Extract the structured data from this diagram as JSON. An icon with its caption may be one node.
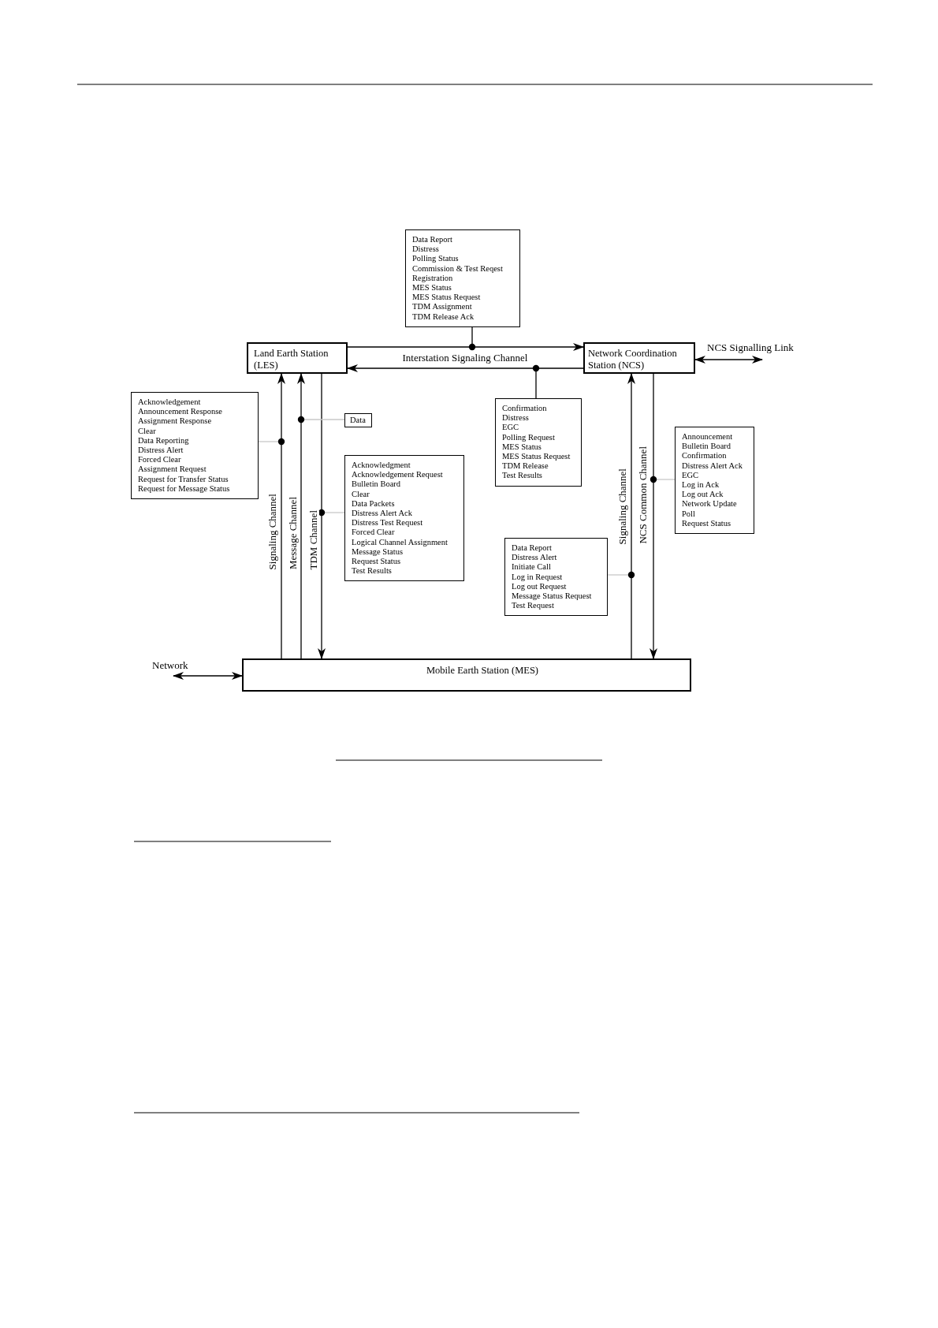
{
  "diagram": {
    "nodes": [
      {
        "text": [
          "Data Report",
          "Distress",
          "Polling Status",
          "Commission & Test Reqest",
          "Registration",
          "MES Status",
          "MES Status Request",
          "TDM Assignment",
          "TDM Release Ack"
        ]
      },
      {
        "text": [
          "Land Earth Station (LES)"
        ]
      },
      {
        "text": [
          "Network Coordination Station (NCS)"
        ]
      },
      {
        "text": [
          "Acknowledgement",
          "Announcement Response",
          "Assignment Response",
          "Clear",
          "Data Reporting",
          "Distress Alert",
          "Forced Clear",
          "Assignment Request",
          "Request for Transfer Status",
          "Request for Message Status"
        ]
      },
      {
        "text": [
          "Data"
        ]
      },
      {
        "text": [
          "Confirmation",
          "Distress",
          "EGC",
          "Polling Request",
          "MES Status",
          "MES Status Request",
          "TDM Release",
          "Test Results"
        ]
      },
      {
        "text": [
          "Announcement",
          "Bulletin Board",
          "Confirmation",
          "Distress Alert Ack",
          "EGC",
          "Log in Ack",
          "Log out Ack",
          "Network Update",
          "Poll",
          "Request Status"
        ]
      },
      {
        "text": [
          "Acknowledgment",
          "Acknowledgement Request",
          "Bulletin Board",
          "Clear",
          "Data Packets",
          "Distress Alert Ack",
          "Distress Test Request",
          "Forced Clear",
          "Logical Channel Assignment",
          "Message Status",
          "Request Status",
          "Test Results"
        ]
      },
      {
        "text": [
          "Data Report",
          "Distress Alert",
          "Initiate Call",
          "Log in Request",
          "Log out Request",
          "Message Status Request",
          "Test Request"
        ]
      },
      {
        "text": [
          "Mobile Earth Station (MES)"
        ]
      }
    ],
    "edges": [
      {
        "from": 1,
        "to": 2,
        "arrow": "to",
        "label": "Interstation Signaling Channel"
      },
      {
        "from": 2,
        "to": 1,
        "arrow": "to"
      },
      {
        "from": 2,
        "to": null,
        "arrow": "both",
        "label": "NCS Signalling Link"
      },
      {
        "from": 9,
        "to": 1,
        "arrow": "to",
        "label": "Signaling Channel"
      },
      {
        "from": 9,
        "to": 1,
        "arrow": "to",
        "label": "Message Channel"
      },
      {
        "from": 1,
        "to": 9,
        "arrow": "to",
        "label": "TDM Channel"
      },
      {
        "from": 9,
        "to": 2,
        "arrow": "to",
        "label": "Signaling Channel"
      },
      {
        "from": 2,
        "to": 9,
        "arrow": "to",
        "label": "NCS Common Channel"
      },
      {
        "from": null,
        "to": 9,
        "arrow": "both",
        "label": "Network"
      },
      {
        "from": 0,
        "to": null,
        "arrow": "other"
      },
      {
        "from": 3,
        "to": null,
        "arrow": "other",
        "color": "#c8c8c8"
      },
      {
        "from": 4,
        "to": null,
        "arrow": "other",
        "color": "#c8c8c8"
      },
      {
        "from": 5,
        "to": null,
        "arrow": "other"
      },
      {
        "from": 7,
        "to": null,
        "arrow": "other",
        "color": "#c8c8c8"
      },
      {
        "from": 8,
        "to": null,
        "arrow": "other",
        "color": "#c8c8c8"
      },
      {
        "from": 6,
        "to": null,
        "arrow": "other",
        "color": "#c8c8c8"
      }
    ]
  }
}
